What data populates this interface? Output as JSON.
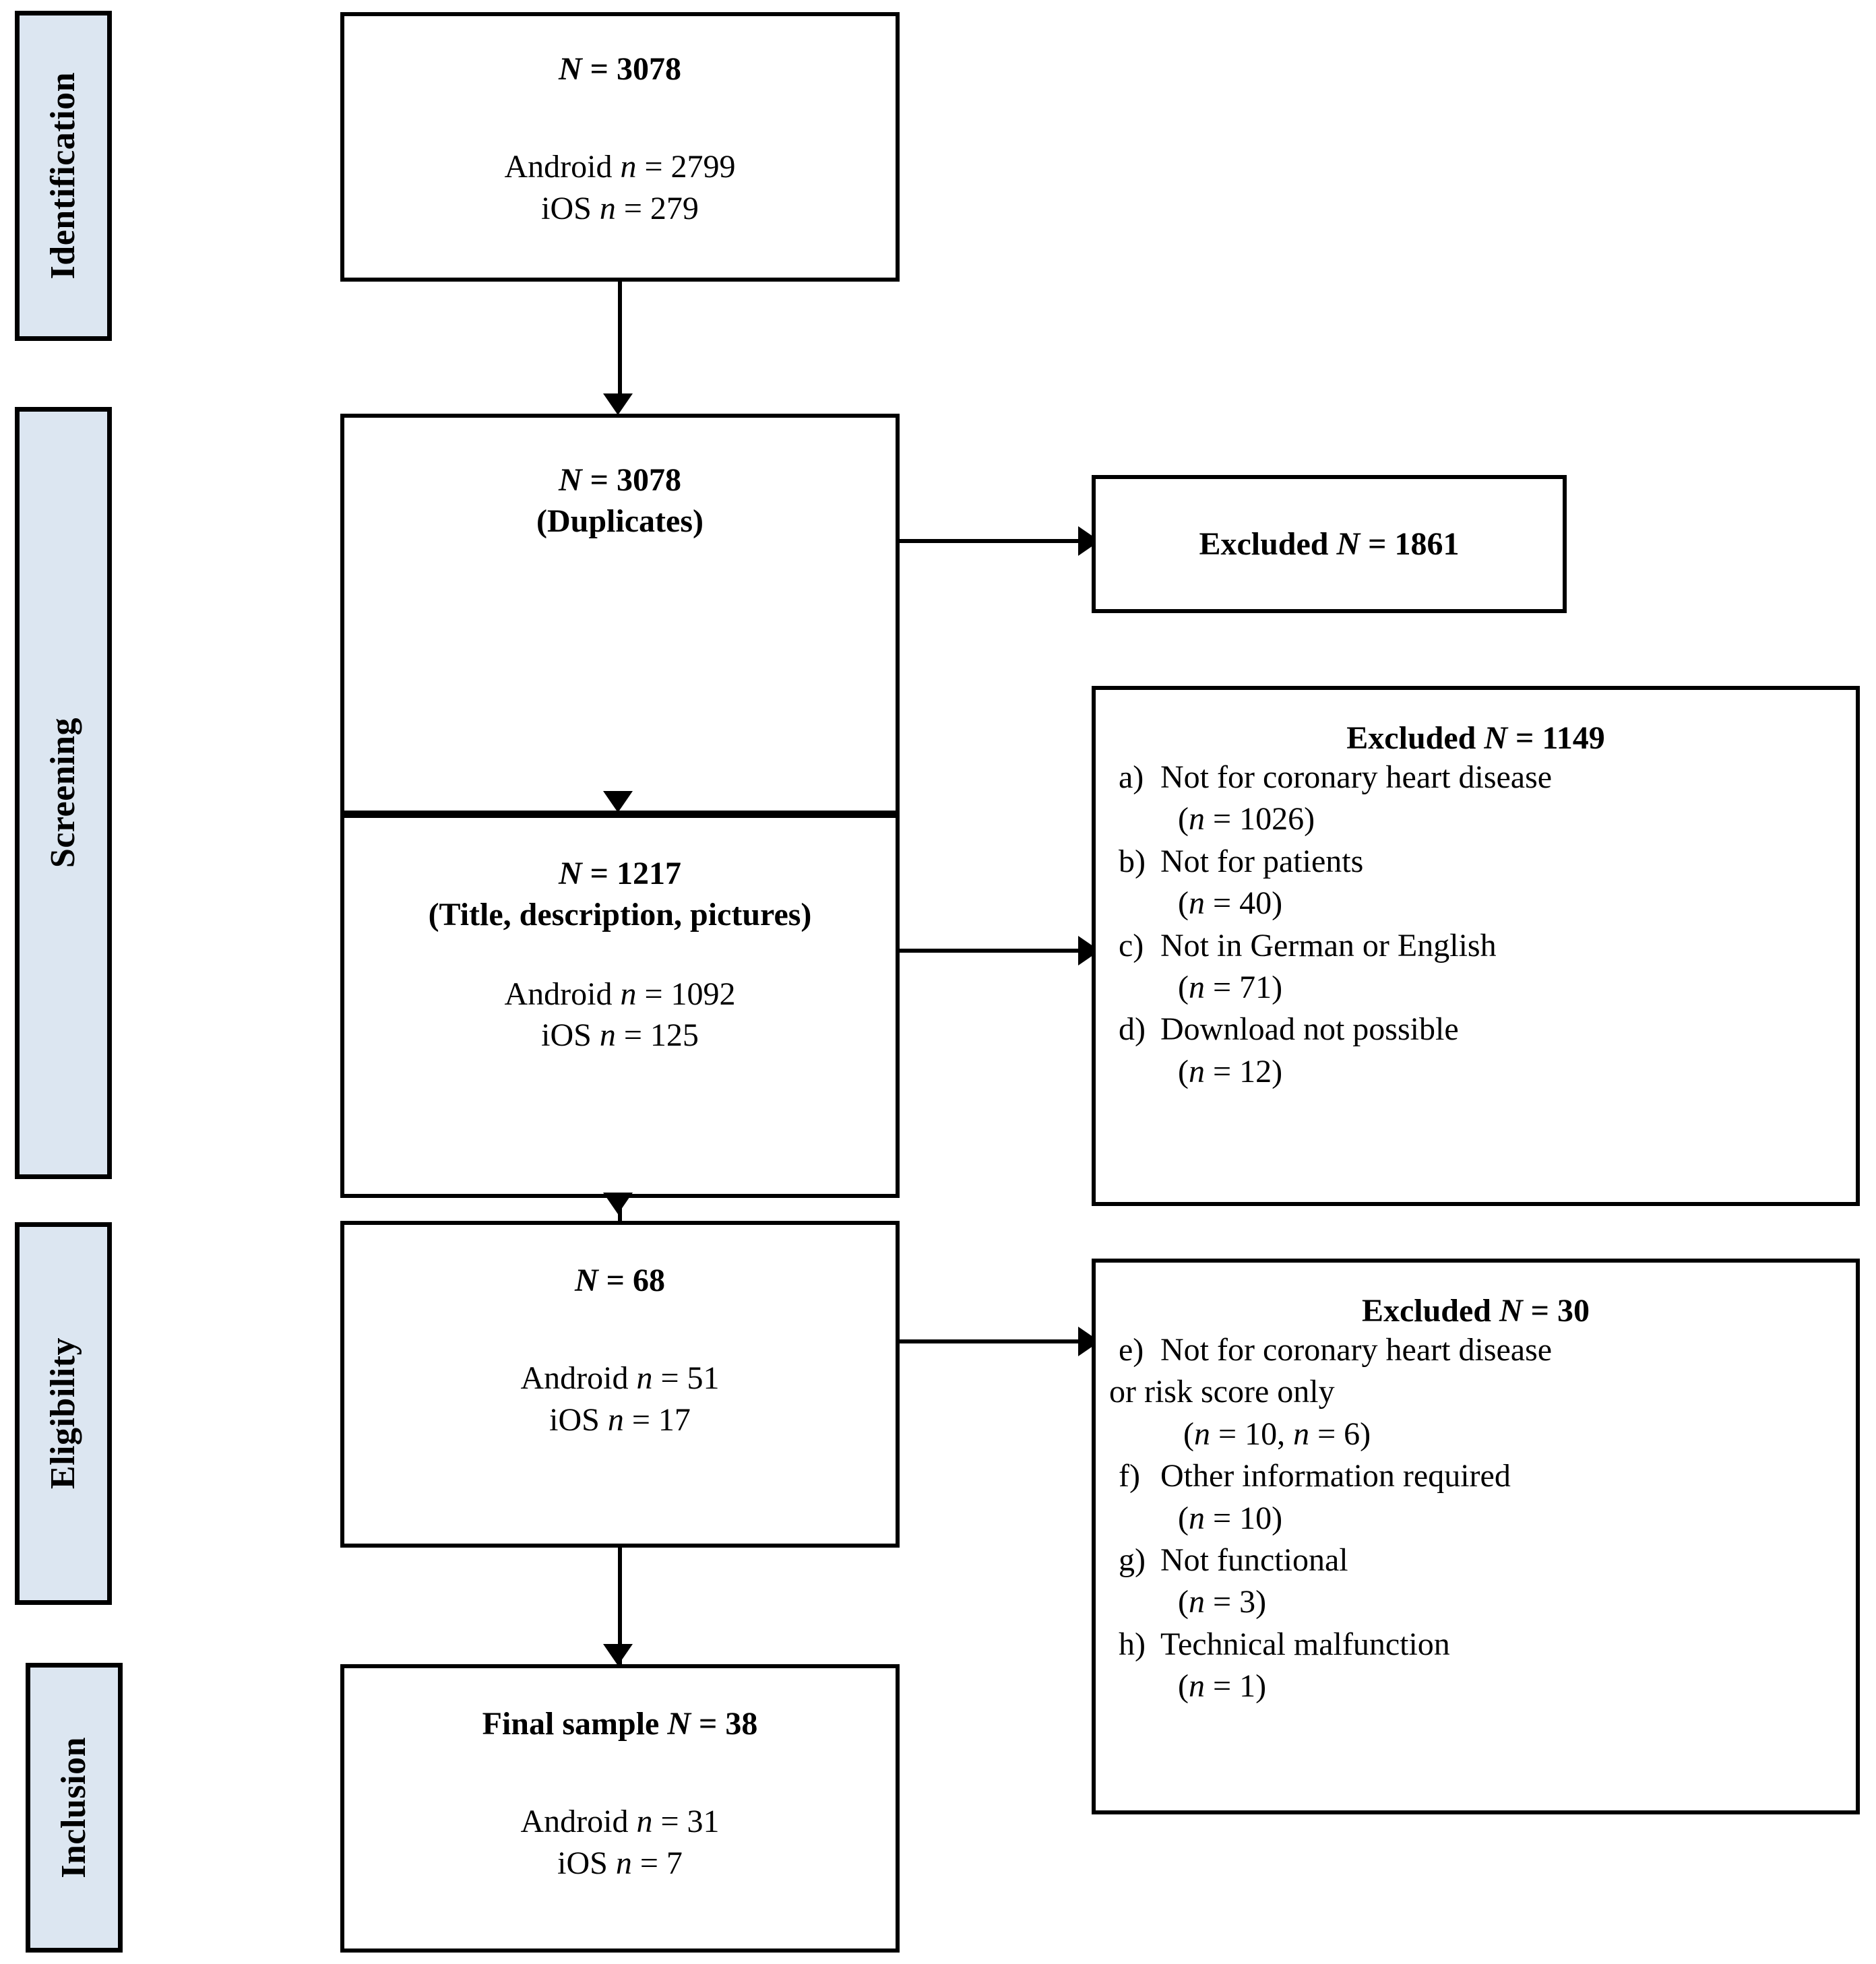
{
  "diagram": {
    "type": "PRISMA flow diagram",
    "stages": [
      {
        "id": "identification",
        "label": "Identification"
      },
      {
        "id": "screening",
        "label": "Screening"
      },
      {
        "id": "eligibility",
        "label": "Eligibility"
      },
      {
        "id": "inclusion",
        "label": "Inclusion"
      }
    ],
    "colors": {
      "stage_fill": "#dce6f1",
      "border": "#000000",
      "box_fill": "#ffffff",
      "text": "#000000"
    },
    "boxes": {
      "records_identified": {
        "total_label": "N",
        "total_eq": " = ",
        "total_value": "3078",
        "android_label": "Android ",
        "android_n": "n",
        "android_eq": " = ",
        "android_value": "2799",
        "ios_label": "iOS ",
        "ios_n": "n",
        "ios_eq": " = ",
        "ios_value": "279"
      },
      "duplicates": {
        "total_label": "N",
        "total_eq": " = ",
        "total_value": "3078",
        "subtitle": "(Duplicates)"
      },
      "excluded_duplicates": {
        "prefix": "Excluded ",
        "n_label": "N",
        "eq": " = ",
        "value": "1861"
      },
      "screened": {
        "total_label": "N",
        "total_eq": " = ",
        "total_value": "1217",
        "subtitle": "(Title, description, pictures)",
        "android_label": "Android ",
        "android_n": "n",
        "android_eq": " = ",
        "android_value": "1092",
        "ios_label": "iOS ",
        "ios_n": "n",
        "ios_eq": " = ",
        "ios_value": "125"
      },
      "excluded_screening": {
        "title_prefix": "Excluded ",
        "title_n": "N",
        "title_eq": " = ",
        "title_value": "1149",
        "items": [
          {
            "marker": "a)",
            "text": "Not for coronary heart disease",
            "count_open": "(",
            "count_n": "n",
            "count_eq": " = ",
            "count_value": "1026",
            "count_close": ")"
          },
          {
            "marker": "b)",
            "text": "Not for patients",
            "count_open": "(",
            "count_n": "n",
            "count_eq": " = ",
            "count_value": "40",
            "count_close": ")"
          },
          {
            "marker": "c)",
            "text": "Not in German or English",
            "count_open": "(",
            "count_n": "n",
            "count_eq": " = ",
            "count_value": "71",
            "count_close": ")"
          },
          {
            "marker": "d)",
            "text": "Download not possible",
            "count_open": "(",
            "count_n": "n",
            "count_eq": " = ",
            "count_value": "12",
            "count_close": ")"
          }
        ]
      },
      "eligible": {
        "total_label": "N",
        "total_eq": " = ",
        "total_value": "68",
        "android_label": "Android ",
        "android_n": "n",
        "android_eq": " = ",
        "android_value": "51",
        "ios_label": "iOS ",
        "ios_n": "n",
        "ios_eq": " = ",
        "ios_value": "17"
      },
      "excluded_eligibility": {
        "title_prefix": "Excluded ",
        "title_n": "N",
        "title_eq": " = ",
        "title_value": "30",
        "item_e_marker": "e)",
        "item_e_text": "Not for coronary heart disease",
        "item_e_cont": "or risk score only",
        "item_e_count_open": "(",
        "item_e_count_n1": "n",
        "item_e_count_eq1": " = ",
        "item_e_count_v1": "10",
        "item_e_count_sep": ", ",
        "item_e_count_n2": "n",
        "item_e_count_eq2": " = ",
        "item_e_count_v2": "6",
        "item_e_count_close": ")",
        "items": [
          {
            "marker": "f)",
            "text": "Other information required",
            "count_open": "(",
            "count_n": "n",
            "count_eq": " = ",
            "count_value": "10",
            "count_close": ")"
          },
          {
            "marker": "g)",
            "text": "Not functional",
            "count_open": "(",
            "count_n": "n",
            "count_eq": " = ",
            "count_value": "3",
            "count_close": ")"
          },
          {
            "marker": "h)",
            "text": "Technical malfunction",
            "count_open": "(",
            "count_n": "n",
            "count_eq": " = ",
            "count_value": "1",
            "count_close": ")"
          }
        ]
      },
      "final_sample": {
        "prefix": "Final sample ",
        "total_label": "N",
        "total_eq": " = ",
        "total_value": "38",
        "android_label": "Android ",
        "android_n": "n",
        "android_eq": " = ",
        "android_value": "31",
        "ios_label": "iOS ",
        "ios_n": "n",
        "ios_eq": " = ",
        "ios_value": "7"
      }
    }
  }
}
